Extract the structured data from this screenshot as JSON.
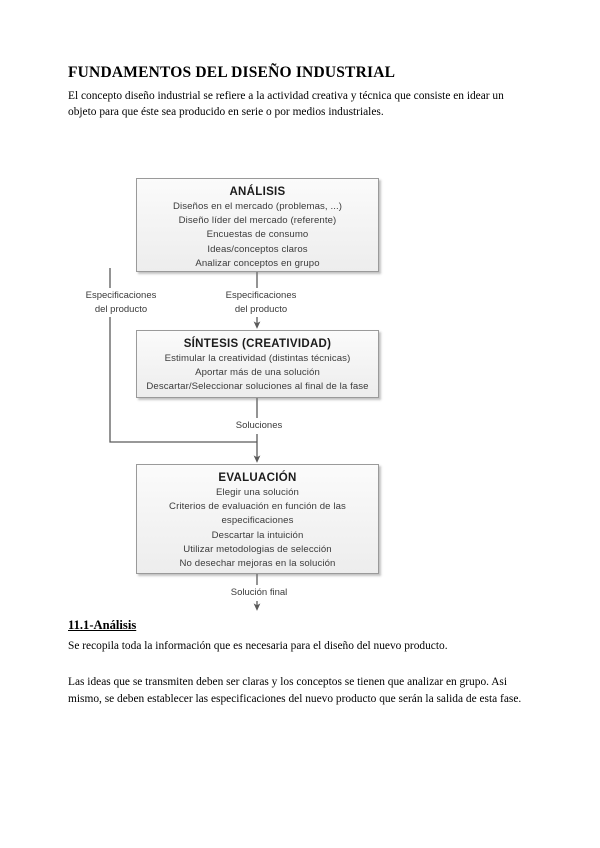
{
  "document": {
    "title": "FUNDAMENTOS DEL DISEÑO INDUSTRIAL",
    "intro": "El concepto diseño industrial se refiere a la actividad creativa y técnica que consiste en idear un objeto para que éste sea producido en serie o por medios industriales.",
    "section_heading": "11.1-Análisis",
    "paragraph_1": "Se recopila toda la información que es necesaria para el diseño del nuevo producto.",
    "paragraph_2": "Las ideas que se transmiten deben ser claras y los conceptos se tienen que analizar en grupo. Asi mismo, se deben establecer las especificaciones del nuevo producto que serán la salida de esta fase."
  },
  "diagram": {
    "boxes": [
      {
        "id": "analisis",
        "title": "ANÁLISIS",
        "lines": [
          "Diseños en el mercado (problemas, ...)",
          "Diseño líder del mercado (referente)",
          "Encuestas de consumo",
          "Ideas/conceptos claros",
          "Analizar conceptos en grupo"
        ]
      },
      {
        "id": "sintesis",
        "title": "SÍNTESIS (CREATIVIDAD)",
        "lines": [
          "Estimular la creatividad (distintas técnicas)",
          "Aportar más de una solución",
          "Descartar/Seleccionar soluciones al final de la fase"
        ]
      },
      {
        "id": "evaluacion",
        "title": "EVALUACIÓN",
        "lines": [
          "Elegir una solución",
          "Criterios de evaluación en función de las",
          "especificaciones",
          "Descartar la intuición",
          "Utilizar metodologias de selección",
          "No desechar mejoras en la solución"
        ]
      }
    ],
    "edge_labels": {
      "especificaciones_left": "Especificaciones\ndel producto",
      "especificaciones_left_line1": "Especificaciones",
      "especificaciones_left_line2": "del producto",
      "especificaciones_mid_line1": "Especificaciones",
      "especificaciones_mid_line2": "del producto",
      "soluciones": "Soluciones",
      "solucion_final": "Solución final"
    },
    "colors": {
      "box_border": "#9a9a9a",
      "box_fill": "#f3f3f3",
      "connector": "#5a5a5a",
      "text": "#3a3a3a"
    }
  }
}
